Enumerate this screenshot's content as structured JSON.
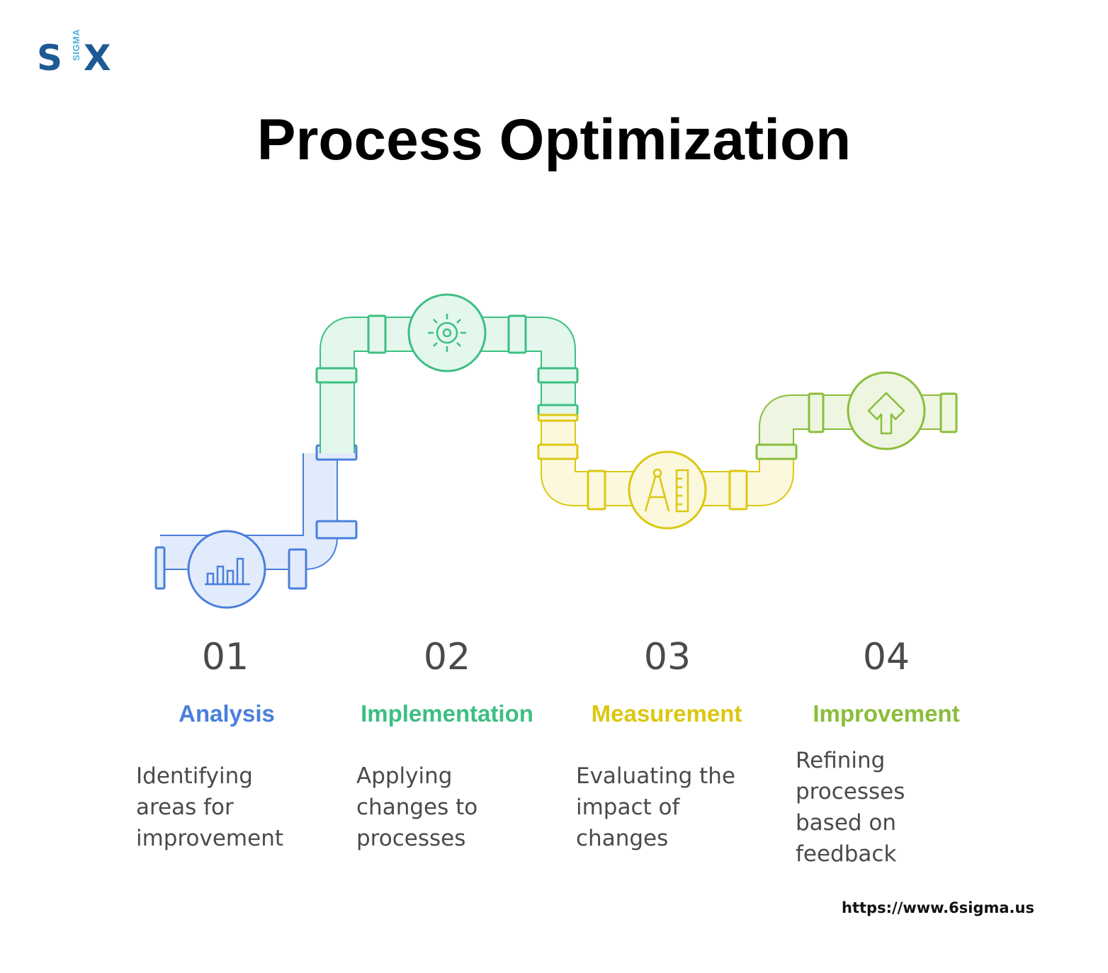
{
  "logo": {
    "s": "S",
    "sigma": "SIGMA",
    "x": "X"
  },
  "title": "Process Optimization",
  "steps": [
    {
      "number": "01",
      "heading": "Analysis",
      "description": [
        "Identifying",
        "areas for",
        "improvement"
      ],
      "color": "#4a7fdc",
      "icon": "bar-chart-icon"
    },
    {
      "number": "02",
      "heading": "Implementation",
      "description": [
        "Applying",
        "changes to",
        "processes"
      ],
      "color": "#3cbf82",
      "icon": "gear-icon"
    },
    {
      "number": "03",
      "heading": "Measurement",
      "description": [
        "Evaluating the",
        "impact of",
        "changes"
      ],
      "color": "#dcc712",
      "icon": "compass-ruler-icon"
    },
    {
      "number": "04",
      "heading": "Improvement",
      "description": [
        "Refining",
        "processes",
        "based on",
        "feedback"
      ],
      "color": "#8abd3a",
      "icon": "arrow-up-icon"
    }
  ],
  "url": "https://www.6sigma.us"
}
